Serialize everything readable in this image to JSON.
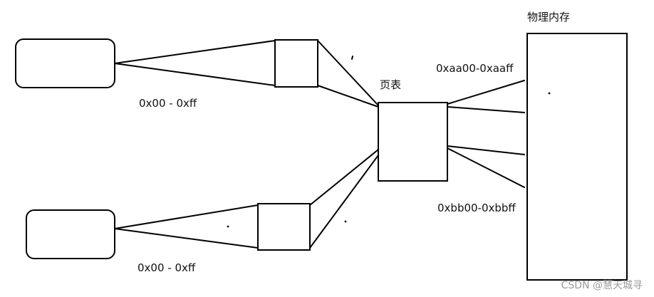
{
  "labels": {
    "physical_memory": "物理内存",
    "page_table": "页表",
    "range_top_process": "0x00 - 0xff",
    "range_bottom_process": "0x00 - 0xff",
    "range_upper_memory": "0xaa00-0xaaff",
    "range_lower_memory": "0xbb00-0xbbff"
  },
  "watermark": "CSDN @慧天城寻",
  "colors": {
    "stroke": "#000000",
    "text": "#111111",
    "watermark": "#9a9a9a",
    "background": "#ffffff"
  }
}
